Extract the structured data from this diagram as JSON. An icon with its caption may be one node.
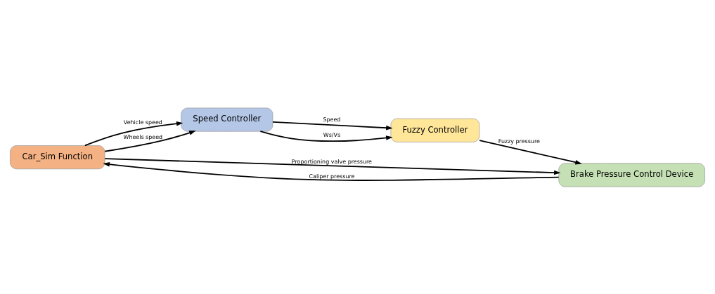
{
  "diagram": {
    "nodes": [
      {
        "text": [
          "Car_Sim Function"
        ]
      },
      {
        "text": [
          "Speed Controller"
        ]
      },
      {
        "text": [
          "Fuzzy Controller"
        ]
      },
      {
        "text": [
          "Brake Pressure Control Device"
        ]
      }
    ],
    "edges": [
      {
        "from": 0,
        "to": 1,
        "arrow": "to",
        "label": "Vehicle speed"
      },
      {
        "from": 0,
        "to": 1,
        "arrow": "to",
        "label": "Wheels speed"
      },
      {
        "from": 1,
        "to": 2,
        "arrow": "to",
        "label": "Speed"
      },
      {
        "from": 1,
        "to": 2,
        "arrow": "to",
        "label": "Ws/Vs"
      },
      {
        "from": 0,
        "to": 3,
        "arrow": "to",
        "label": "Proportioning valve pressure"
      },
      {
        "from": 2,
        "to": 3,
        "arrow": "to",
        "label": "Fuzzy pressure"
      },
      {
        "from": 3,
        "to": 0,
        "arrow": "to",
        "label": "Caliper pressure"
      }
    ]
  }
}
